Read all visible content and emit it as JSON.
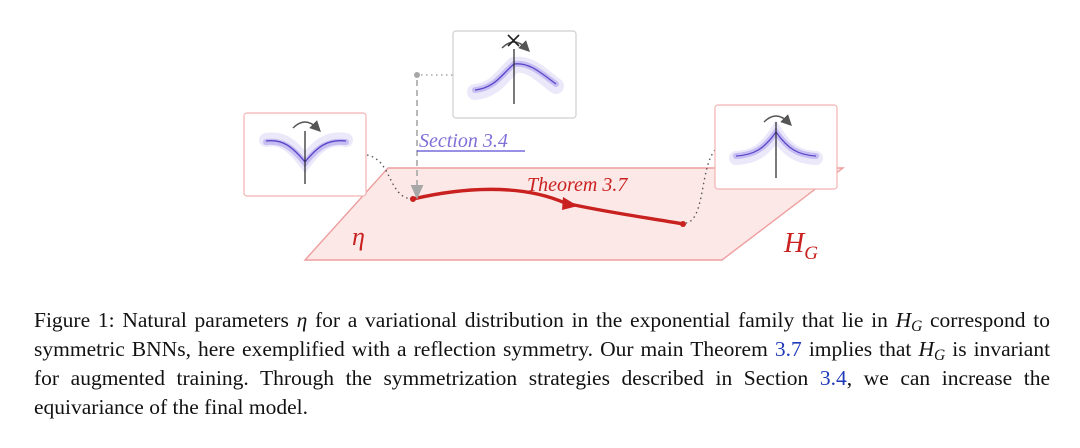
{
  "figure": {
    "section_label": "Section 3.4",
    "theorem_label": "Theorem 3.7",
    "eta_label": "η",
    "hg_label": "H",
    "hg_sub": "G",
    "colors": {
      "plane_fill": "#fde8e8",
      "plane_edge": "#ee9e9e",
      "curve": "#c8211f",
      "posterior_band": "#8f7fe6",
      "posterior_mean": "#5a45c8",
      "section_text": "#7f6fd6",
      "section_underline": "#5b4ed4",
      "arrow_gray": "#a7a7a7"
    },
    "icons": {
      "left_panel": "curved-arrow-icon",
      "top_panel": "crossed-curved-arrow-icon",
      "right_panel": "curved-arrow-icon"
    }
  },
  "caption": {
    "prefix": "Figure 1: Natural parameters",
    "eta": "η",
    "t1": "for a variational distribution in the exponential family that lie in",
    "h1": "H",
    "h1_sub": "G",
    "t2": "correspond to symmetric BNNs, here exemplified with a reflection symmetry. Our main Theorem",
    "ref1": "3.7",
    "t3": "implies that",
    "h2": "H",
    "h2_sub": "G",
    "t4": "is invariant for augmented training. Through the symmetrization strategies described in Section",
    "ref2": "3.4",
    "t5": ", we can increase the equivariance of the final model."
  }
}
